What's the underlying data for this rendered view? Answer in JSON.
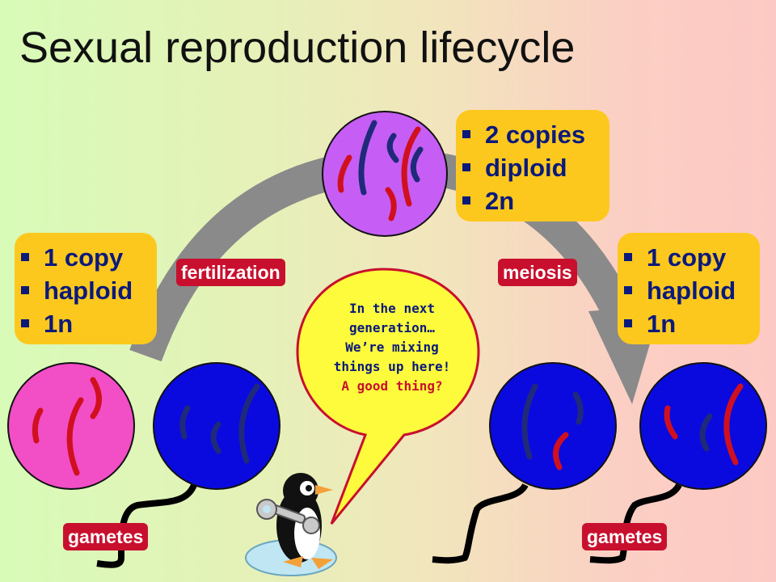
{
  "title": "Sexual reproduction lifecycle",
  "diploid_box": {
    "items": [
      "2 copies",
      "diploid",
      "2n"
    ]
  },
  "haploid_left_box": {
    "items": [
      "1 copy",
      "haploid",
      "1n"
    ]
  },
  "haploid_right_box": {
    "items": [
      "1 copy",
      "haploid",
      "1n"
    ]
  },
  "labels": {
    "fertilization": "fertilization",
    "meiosis": "meiosis",
    "gametes_left": "gametes",
    "gametes_right": "gametes"
  },
  "speech_bubble": {
    "lines": [
      "In the next",
      "generation…",
      "We’re mixing",
      "things up here!"
    ],
    "question": "A good thing?"
  },
  "colors": {
    "diploid_cell": "#c65ef5",
    "egg_cell": "#f24ec6",
    "sperm_cell": "#0a0adf",
    "box": "#fdc81e",
    "label": "#c8102e",
    "chromosome_red": "#d0101e",
    "chromosome_navy": "#1f2a7a",
    "arrow": "#8a8a8a"
  }
}
